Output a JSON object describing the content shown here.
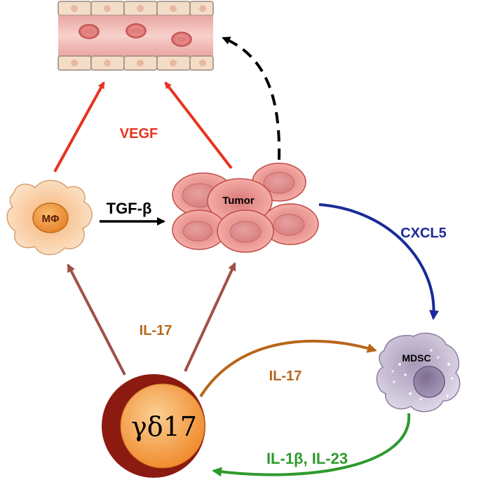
{
  "labels": {
    "vegf": "VEGF",
    "tgf_beta": "TGF-β",
    "tumor": "Tumor",
    "macrophage": "MΦ",
    "cxcl5": "CXCL5",
    "il17_left": "IL-17",
    "il17_right": "IL-17",
    "mdsc": "MDSC",
    "gd17": "γδ17",
    "il1b_il23": "IL-1β, IL-23"
  },
  "colors": {
    "vegf": "#e8321e",
    "tgf_beta": "#000000",
    "cxcl5": "#1a2a9a",
    "il17_vertical": "#a0504a",
    "il17_curve": "#b8661a",
    "il1b_il23": "#2e9a2e",
    "tumor_cell": "#f08a84",
    "macrophage": "#f7c99a",
    "gd17_outer": "#8b1a10",
    "gd17_inner": "#f59a3a",
    "mdsc": "#b8aec8"
  }
}
